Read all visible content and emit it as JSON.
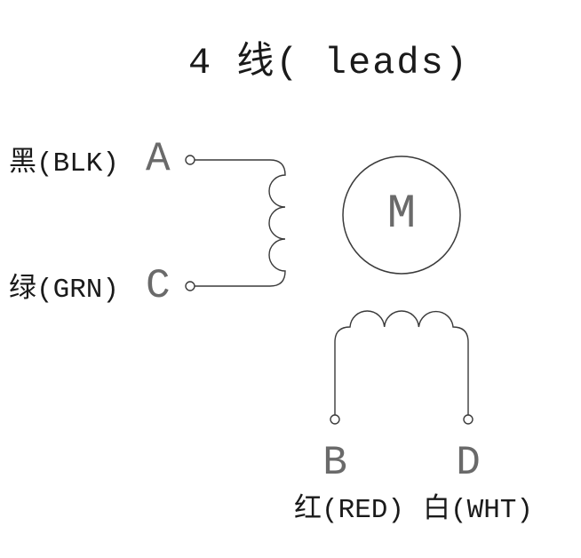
{
  "title": "4 线( leads)",
  "motor": {
    "label": "M"
  },
  "leads": {
    "a": {
      "color_label": "黑(BLK)",
      "terminal": "A"
    },
    "c": {
      "color_label": "绿(GRN)",
      "terminal": "C"
    },
    "b": {
      "terminal": "B",
      "color_label": "红(RED)"
    },
    "d": {
      "terminal": "D",
      "color_label": "白(WHT)"
    }
  },
  "colors": {
    "line": "#3a3a3a",
    "text": "#1a1a1a",
    "letter": "#6a6a6a",
    "background": "#ffffff"
  }
}
